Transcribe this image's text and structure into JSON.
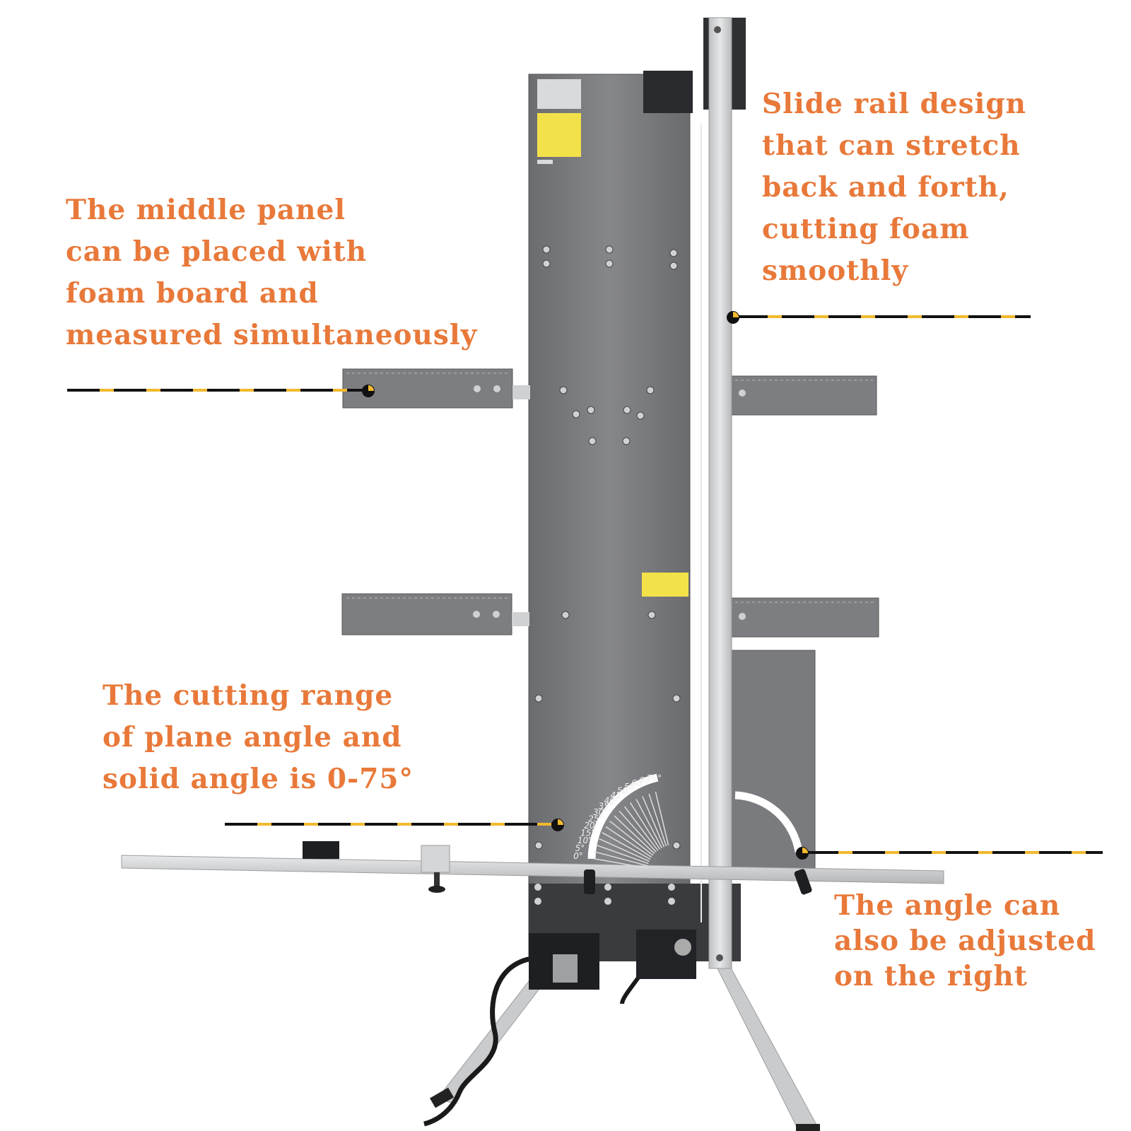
{
  "callouts": {
    "slide_rail": [
      "Slide rail design",
      "that can stretch",
      "back and forth,",
      "cutting foam",
      "smoothly"
    ],
    "middle_panel": [
      "The middle panel",
      "can be placed with",
      "foam board and",
      "measured simultaneously"
    ],
    "cutting_range": [
      "The cutting range",
      "of plane angle and",
      "solid angle is 0-75°"
    ],
    "angle_right": [
      "The angle can",
      "also be adjusted",
      "on the right"
    ]
  },
  "protractor": {
    "ticks": [
      "0°",
      "5°",
      "10°",
      "15°",
      "20°",
      "25°",
      "30°",
      "35°",
      "40°",
      "45°",
      "50°",
      "55°",
      "60°",
      "65°",
      "70°"
    ]
  },
  "colors": {
    "callout_text": "#e8793a",
    "leader_dash": "#111111",
    "leader_accent": "#f2b92e",
    "panel": "#77787b",
    "rail": "#d2d4d6"
  }
}
